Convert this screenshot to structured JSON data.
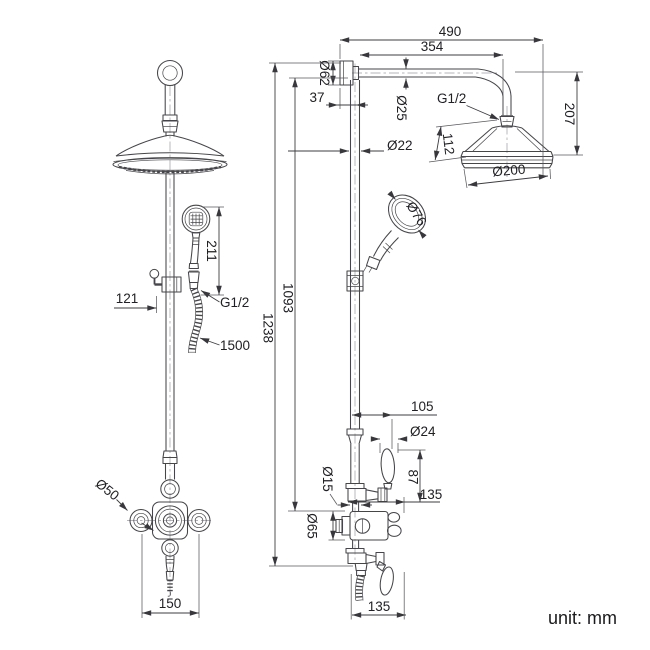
{
  "unit_note": "unit: mm",
  "colors": {
    "background": "#ffffff",
    "line": "#46464a",
    "dimension": "#3d3d41",
    "text": "#212125"
  },
  "front_view": {
    "name": "shower system front view",
    "dims": {
      "handset_height": "211",
      "slider_offset": "121",
      "hose_thread": "G1/2",
      "hose_length": "1500",
      "trim_diameter": "Ø50",
      "inlet_centres": "150"
    }
  },
  "side_view": {
    "name": "shower system side view",
    "dims": {
      "overall_reach": "490",
      "arm_reach": "354",
      "flange_diameter": "Ø62",
      "wall_offset": "37",
      "arm_diameter": "Ø25",
      "riser_diameter": "Ø22",
      "head_thread": "G1/2",
      "head_height": "112",
      "head_drop": "207",
      "head_diameter": "Ø200",
      "handset_diameter": "Ø76",
      "riser_height": "1093",
      "overall_height": "1238",
      "diverter_reach": "105",
      "handle_diameter": "Ø24",
      "handle_length": "87",
      "upper_width": "135",
      "connector_diameter": "Ø15",
      "valve_diameter": "Ø65",
      "lower_width": "135"
    }
  }
}
